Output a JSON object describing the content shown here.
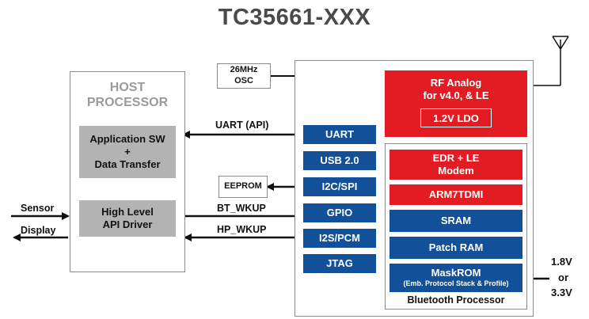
{
  "title": "TC35661-XXX",
  "osc": {
    "label": "26MHz\nOSC"
  },
  "eeprom": {
    "label": "EEPROM"
  },
  "host": {
    "title": "HOST\nPROCESSOR",
    "app_sw": "Application SW\n+\nData Transfer",
    "api_driver": "High Level\nAPI Driver"
  },
  "io": {
    "sensor": "Sensor",
    "display": "Display"
  },
  "links": {
    "uart_api": "UART (API)",
    "bt_wkup": "BT_WKUP",
    "hp_wkup": "HP_WKUP"
  },
  "interfaces": [
    "UART",
    "USB 2.0",
    "I2C/SPI",
    "GPIO",
    "I2S/PCM",
    "JTAG"
  ],
  "rf": {
    "label": "RF Analog\nfor v4.0, & LE",
    "ldo": "1.2V LDO"
  },
  "bt": {
    "edr": "EDR + LE\nModem",
    "arm": "ARM7TDMI",
    "sram": "SRAM",
    "patch": "Patch RAM",
    "maskrom": "MaskROM",
    "maskrom_sub": "(Emb. Protocol Stack & Profile)",
    "footer": "Bluetooth Processor"
  },
  "power": {
    "v1": "1.8V",
    "or": "or",
    "v2": "3.3V"
  },
  "colors": {
    "red": "#e21c22",
    "blue": "#12509a",
    "gray": "#b3b3b3",
    "title": "#4a4a4a"
  }
}
